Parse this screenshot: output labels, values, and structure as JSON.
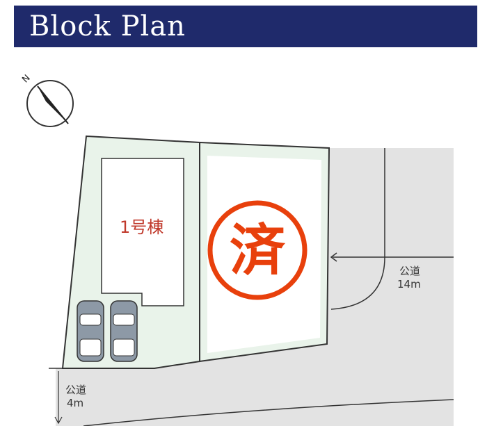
{
  "header": {
    "title": "Block Plan"
  },
  "compass": {
    "north_label": "N",
    "icon": "north-arrow-icon"
  },
  "lots": [
    {
      "id": "lot-1",
      "label": "1号棟"
    },
    {
      "id": "lot-2",
      "stamp_char": "済",
      "stamp_meaning": "sold"
    }
  ],
  "roads": {
    "east": {
      "line1": "公道",
      "line2": "14m"
    },
    "south": {
      "line1": "公道",
      "line2": "4m"
    }
  },
  "colors": {
    "header_bg": "#1f2a6b",
    "lot_fill": "#e9f3ea",
    "road_fill": "#e3e3e3",
    "building_label": "#c0392b",
    "stamp": "#e8400c"
  }
}
